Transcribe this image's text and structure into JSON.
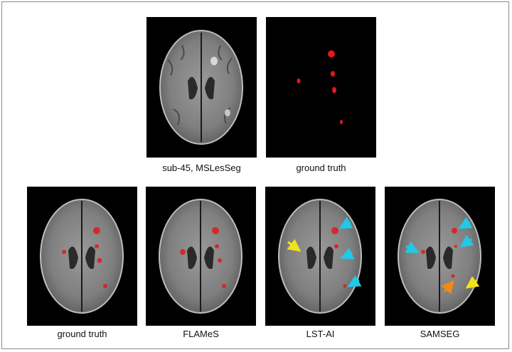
{
  "figure": {
    "top_row": [
      {
        "id": "mri-input",
        "caption": "sub-45, MSLesSeg",
        "kind": "flair"
      },
      {
        "id": "mask-groundtruth",
        "caption": "ground truth",
        "kind": "mask"
      }
    ],
    "bottom_row": [
      {
        "id": "overlay-groundtruth",
        "caption": "ground truth",
        "arrows": []
      },
      {
        "id": "overlay-flames",
        "caption": "FLAMeS",
        "arrows": []
      },
      {
        "id": "overlay-lstai",
        "caption": "LST-AI",
        "arrows": [
          {
            "color": "cyan"
          },
          {
            "color": "cyan"
          },
          {
            "color": "cyan"
          },
          {
            "color": "yellow"
          }
        ]
      },
      {
        "id": "overlay-samseg",
        "caption": "SAMSEG",
        "arrows": [
          {
            "color": "cyan"
          },
          {
            "color": "cyan"
          },
          {
            "color": "cyan"
          },
          {
            "color": "orange"
          },
          {
            "color": "yellow"
          }
        ]
      }
    ]
  },
  "colors": {
    "lesion": "#e3171c",
    "arrow_cyan": "#22c8e6",
    "arrow_yellow": "#f2e21c",
    "arrow_orange": "#f08a1c",
    "background": "#000000"
  }
}
